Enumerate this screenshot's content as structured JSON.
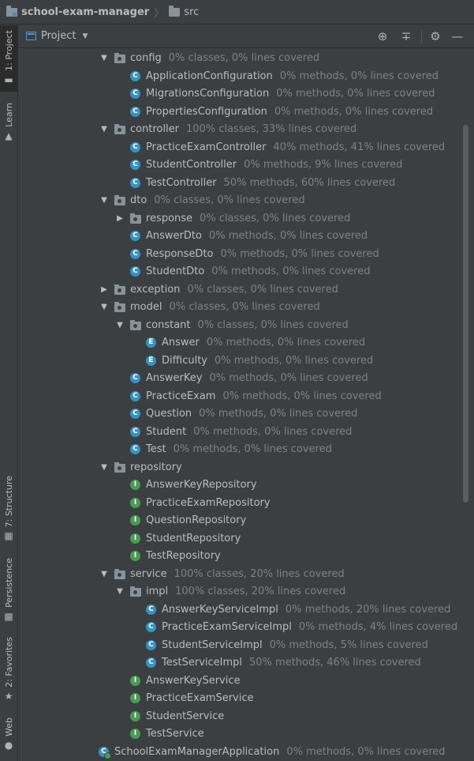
{
  "breadcrumb": {
    "project": "school-exam-manager",
    "folder": "src"
  },
  "side_tabs": [
    {
      "label": "1: Project",
      "icon": "folder-icon"
    },
    {
      "label": "Learn",
      "icon": "graduation-cap-icon"
    },
    {
      "label": "7: Structure",
      "icon": "structure-icon"
    },
    {
      "label": "Persistence",
      "icon": "persistence-icon"
    },
    {
      "label": "2: Favorites",
      "icon": "star-icon"
    },
    {
      "label": "Web",
      "icon": "globe-icon"
    }
  ],
  "panel": {
    "view": "Project",
    "icons": [
      "locate-icon",
      "collapse-all-icon",
      "settings-icon",
      "minimize-icon"
    ]
  },
  "tree": [
    {
      "level": 0,
      "arrow": "expanded",
      "icon": "package",
      "name": "config",
      "coverage": "0% classes, 0% lines covered"
    },
    {
      "level": 1,
      "arrow": "none",
      "icon": "class",
      "name": "ApplicationConfiguration",
      "coverage": "0% methods, 0% lines covered"
    },
    {
      "level": 1,
      "arrow": "none",
      "icon": "class",
      "name": "MigrationsConfiguration",
      "coverage": "0% methods, 0% lines covered"
    },
    {
      "level": 1,
      "arrow": "none",
      "icon": "class",
      "name": "PropertiesConfiguration",
      "coverage": "0% methods, 0% lines covered"
    },
    {
      "level": 0,
      "arrow": "expanded",
      "icon": "package",
      "name": "controller",
      "coverage": "100% classes, 33% lines covered"
    },
    {
      "level": 1,
      "arrow": "none",
      "icon": "class",
      "name": "PracticeExamController",
      "coverage": "40% methods, 41% lines covered"
    },
    {
      "level": 1,
      "arrow": "none",
      "icon": "class",
      "name": "StudentController",
      "coverage": "0% methods, 9% lines covered"
    },
    {
      "level": 1,
      "arrow": "none",
      "icon": "class",
      "name": "TestController",
      "coverage": "50% methods, 60% lines covered"
    },
    {
      "level": 0,
      "arrow": "expanded",
      "icon": "package",
      "name": "dto",
      "coverage": "0% classes, 0% lines covered"
    },
    {
      "level": 1,
      "arrow": "collapsed",
      "icon": "package",
      "name": "response",
      "coverage": "0% classes, 0% lines covered"
    },
    {
      "level": 1,
      "arrow": "none",
      "icon": "class",
      "name": "AnswerDto",
      "coverage": "0% methods, 0% lines covered"
    },
    {
      "level": 1,
      "arrow": "none",
      "icon": "class",
      "name": "ResponseDto",
      "coverage": "0% methods, 0% lines covered"
    },
    {
      "level": 1,
      "arrow": "none",
      "icon": "class",
      "name": "StudentDto",
      "coverage": "0% methods, 0% lines covered"
    },
    {
      "level": 0,
      "arrow": "collapsed",
      "icon": "package",
      "name": "exception",
      "coverage": "0% classes, 0% lines covered"
    },
    {
      "level": 0,
      "arrow": "expanded",
      "icon": "package",
      "name": "model",
      "coverage": "0% classes, 0% lines covered"
    },
    {
      "level": 1,
      "arrow": "expanded",
      "icon": "package",
      "name": "constant",
      "coverage": "0% classes, 0% lines covered"
    },
    {
      "level": 2,
      "arrow": "none",
      "icon": "enum",
      "name": "Answer",
      "coverage": "0% methods, 0% lines covered"
    },
    {
      "level": 2,
      "arrow": "none",
      "icon": "enum",
      "name": "Difficulty",
      "coverage": "0% methods, 0% lines covered"
    },
    {
      "level": 1,
      "arrow": "none",
      "icon": "class",
      "name": "AnswerKey",
      "coverage": "0% methods, 0% lines covered"
    },
    {
      "level": 1,
      "arrow": "none",
      "icon": "class",
      "name": "PracticeExam",
      "coverage": "0% methods, 0% lines covered"
    },
    {
      "level": 1,
      "arrow": "none",
      "icon": "class",
      "name": "Question",
      "coverage": "0% methods, 0% lines covered"
    },
    {
      "level": 1,
      "arrow": "none",
      "icon": "class",
      "name": "Student",
      "coverage": "0% methods, 0% lines covered"
    },
    {
      "level": 1,
      "arrow": "none",
      "icon": "class",
      "name": "Test",
      "coverage": "0% methods, 0% lines covered"
    },
    {
      "level": 0,
      "arrow": "expanded",
      "icon": "package",
      "name": "repository",
      "coverage": ""
    },
    {
      "level": 1,
      "arrow": "none",
      "icon": "interface",
      "name": "AnswerKeyRepository",
      "coverage": ""
    },
    {
      "level": 1,
      "arrow": "none",
      "icon": "interface",
      "name": "PracticeExamRepository",
      "coverage": ""
    },
    {
      "level": 1,
      "arrow": "none",
      "icon": "interface",
      "name": "QuestionRepository",
      "coverage": ""
    },
    {
      "level": 1,
      "arrow": "none",
      "icon": "interface",
      "name": "StudentRepository",
      "coverage": ""
    },
    {
      "level": 1,
      "arrow": "none",
      "icon": "interface",
      "name": "TestRepository",
      "coverage": ""
    },
    {
      "level": 0,
      "arrow": "expanded",
      "icon": "package",
      "name": "service",
      "coverage": "100% classes, 20% lines covered"
    },
    {
      "level": 1,
      "arrow": "expanded",
      "icon": "package",
      "name": "impl",
      "coverage": "100% classes, 20% lines covered"
    },
    {
      "level": 2,
      "arrow": "none",
      "icon": "class",
      "name": "AnswerKeyServiceImpl",
      "coverage": "0% methods, 20% lines covered"
    },
    {
      "level": 2,
      "arrow": "none",
      "icon": "class",
      "name": "PracticeExamServiceImpl",
      "coverage": "0% methods, 4% lines covered"
    },
    {
      "level": 2,
      "arrow": "none",
      "icon": "class",
      "name": "StudentServiceImpl",
      "coverage": "0% methods, 5% lines covered"
    },
    {
      "level": 2,
      "arrow": "none",
      "icon": "class",
      "name": "TestServiceImpl",
      "coverage": "50% methods, 46% lines covered"
    },
    {
      "level": 1,
      "arrow": "none",
      "icon": "interface",
      "name": "AnswerKeyService",
      "coverage": ""
    },
    {
      "level": 1,
      "arrow": "none",
      "icon": "interface",
      "name": "PracticeExamService",
      "coverage": ""
    },
    {
      "level": 1,
      "arrow": "none",
      "icon": "interface",
      "name": "StudentService",
      "coverage": ""
    },
    {
      "level": 1,
      "arrow": "none",
      "icon": "interface",
      "name": "TestService",
      "coverage": ""
    },
    {
      "level": -1,
      "arrow": "none",
      "icon": "app",
      "name": "SchoolExamManagerApplication",
      "coverage": "0% methods, 0% lines covered"
    }
  ]
}
